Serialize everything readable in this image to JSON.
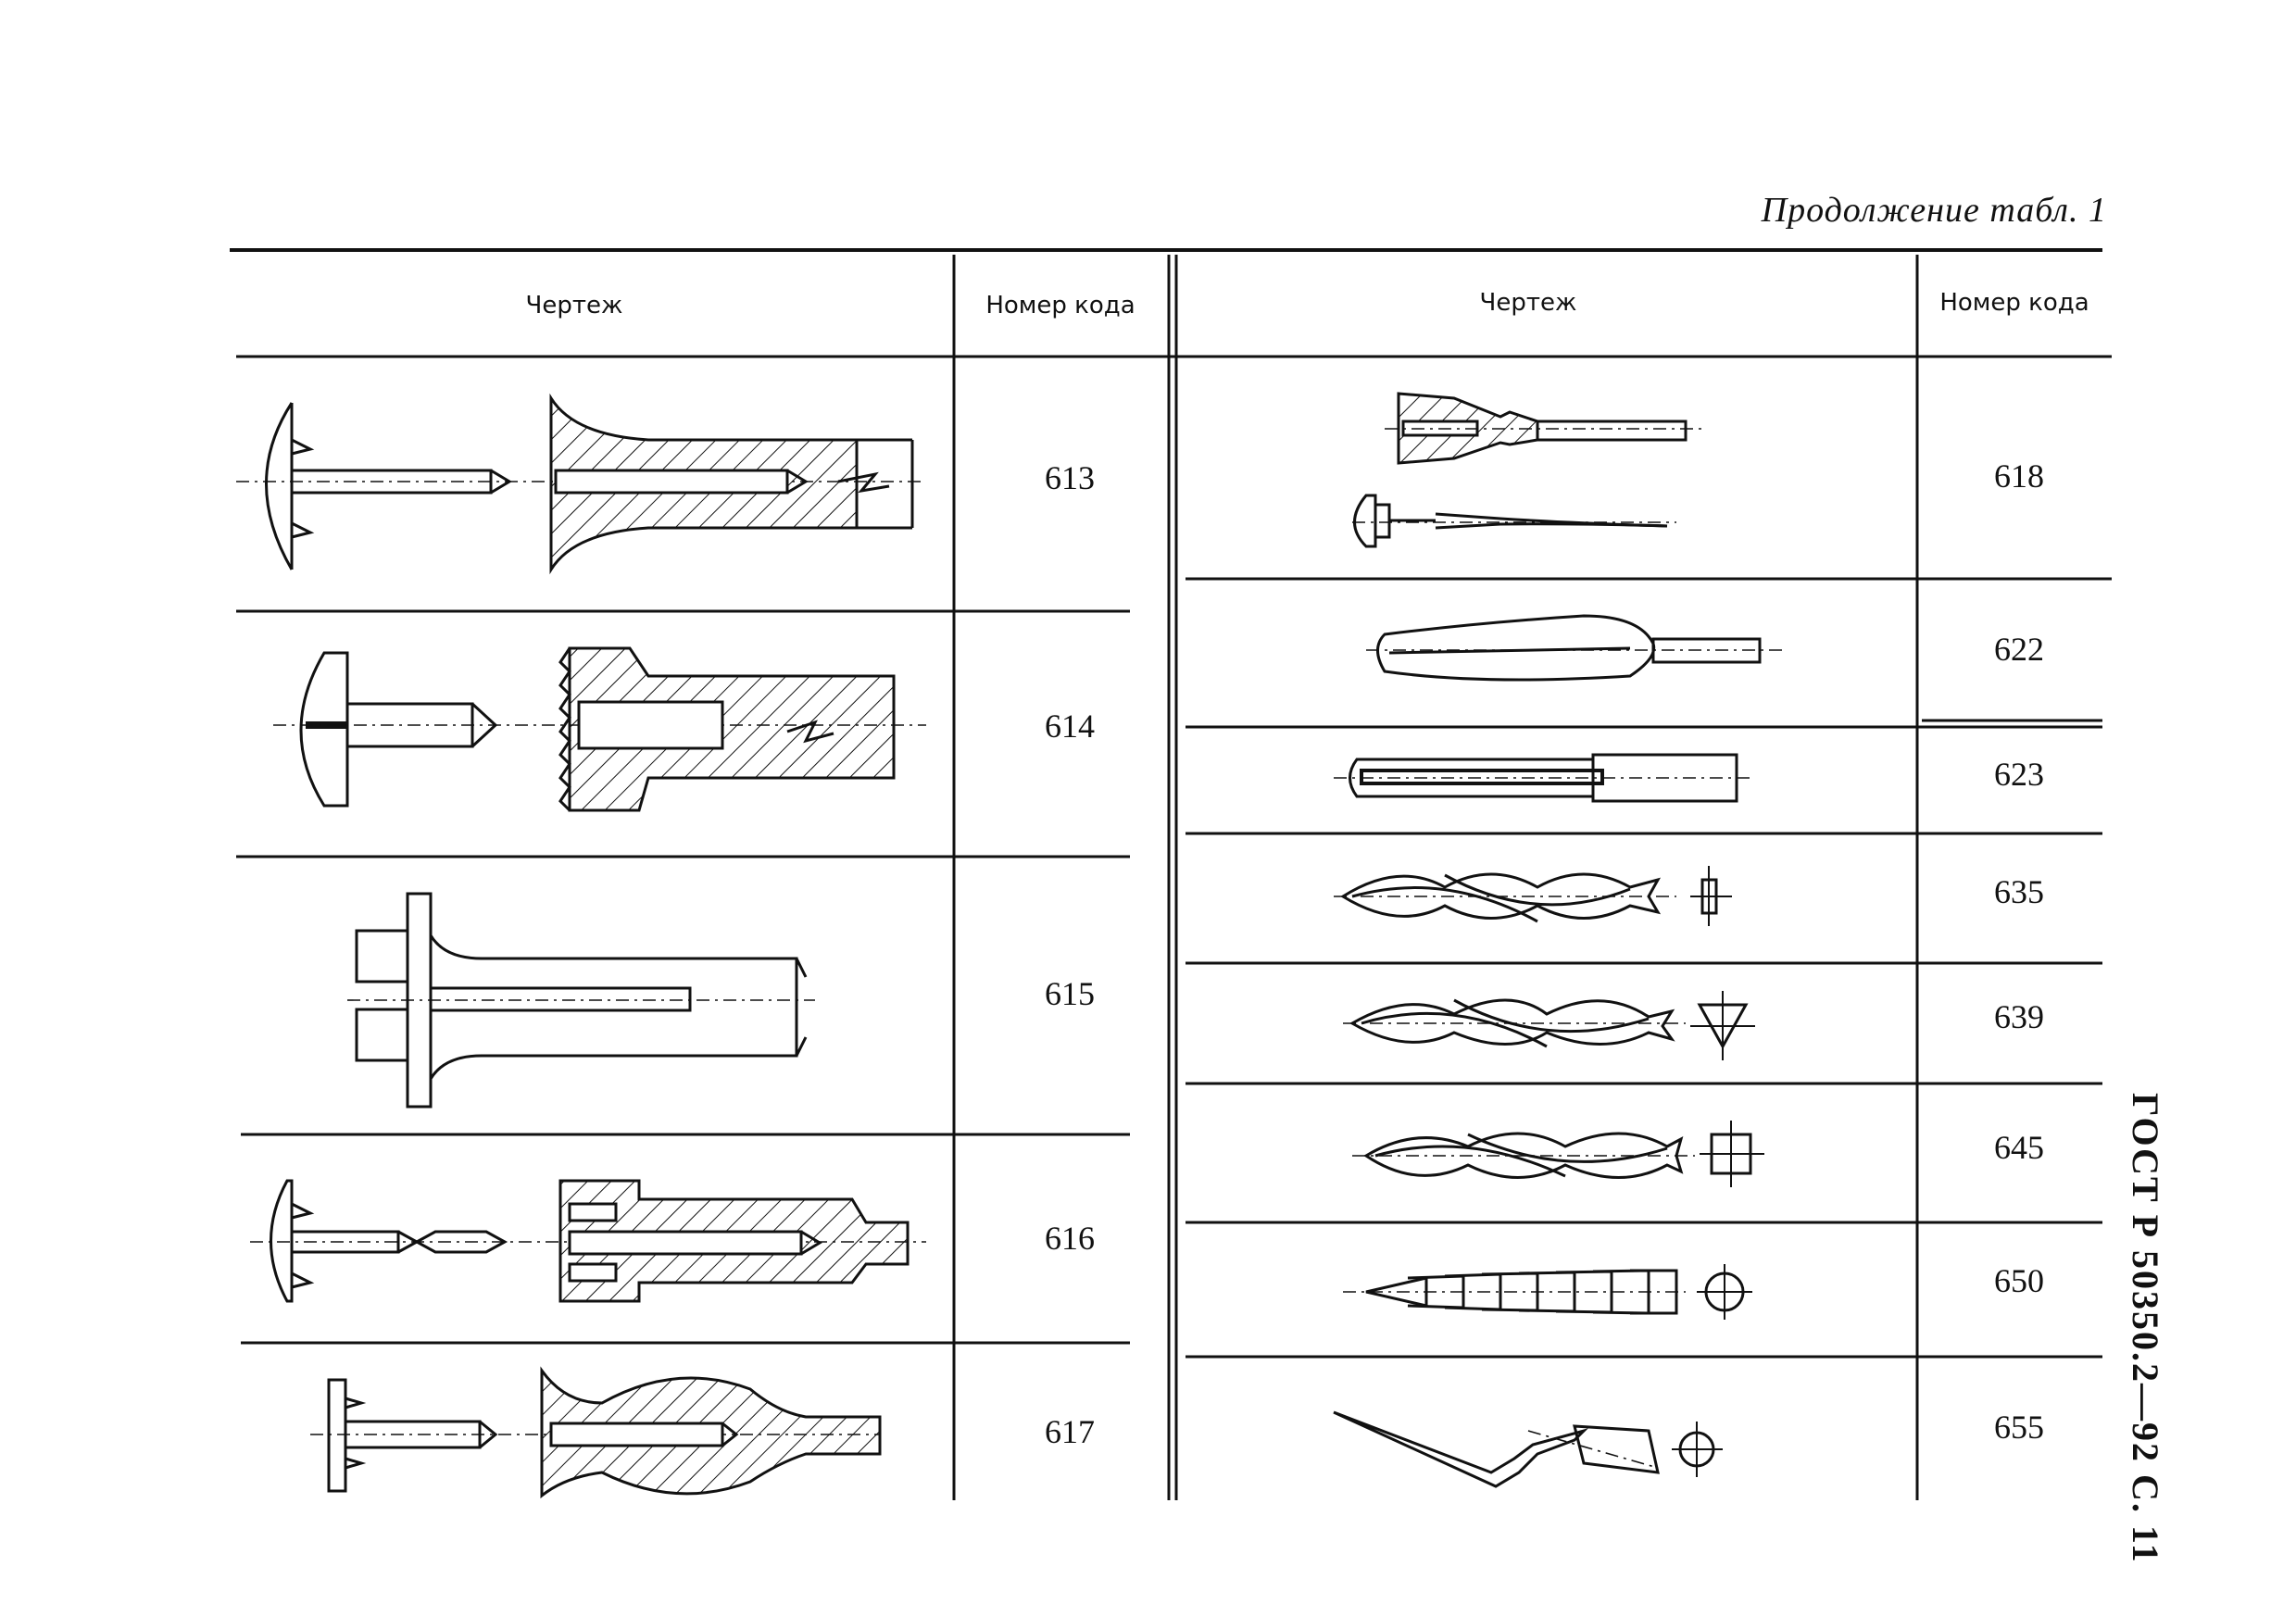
{
  "caption": "Продолжение табл. 1",
  "side_label": "ГОСТ Р 50350.2—92 С. 11",
  "table": {
    "headers": {
      "left_drawing": "Чертеж",
      "left_code": "Номер кода",
      "right_drawing": "Чертеж",
      "right_code": "Номер кода"
    },
    "left_rows": [
      {
        "code": "613",
        "drawing_icon": "nail-screw-drawing-icon"
      },
      {
        "code": "614",
        "drawing_icon": "slotted-screw-drawing-icon"
      },
      {
        "code": "615",
        "drawing_icon": "flanged-pin-drawing-icon"
      },
      {
        "code": "616",
        "drawing_icon": "double-point-pin-drawing-icon"
      },
      {
        "code": "617",
        "drawing_icon": "bulb-pin-drawing-icon"
      }
    ],
    "right_rows": [
      {
        "code": "618",
        "drawing_icon": "barbed-broach-drawing-icon"
      },
      {
        "code": "622",
        "drawing_icon": "tapered-reamer-drawing-icon"
      },
      {
        "code": "623",
        "drawing_icon": "straight-reamer-drawing-icon"
      },
      {
        "code": "635",
        "drawing_icon": "flat-twist-file-drawing-icon"
      },
      {
        "code": "639",
        "drawing_icon": "triangular-twist-file-drawing-icon"
      },
      {
        "code": "645",
        "drawing_icon": "square-twist-file-drawing-icon"
      },
      {
        "code": "650",
        "drawing_icon": "round-rasp-drawing-icon"
      },
      {
        "code": "655",
        "drawing_icon": "angled-spreader-drawing-icon"
      }
    ]
  }
}
